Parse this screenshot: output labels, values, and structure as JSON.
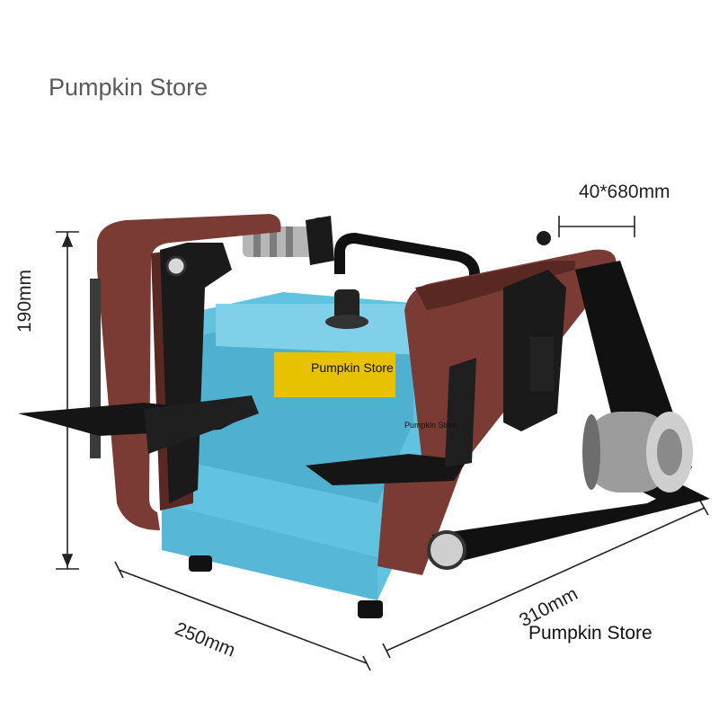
{
  "store": {
    "title": "Pumpkin Store",
    "watermark_center": "Pumpkin Store",
    "watermark_small": "Pumpkin Store",
    "watermark_bottom": "Pumpkin Store"
  },
  "dimensions": {
    "belt_size": "40*680mm",
    "height": "190mm",
    "width": "250mm",
    "depth": "310mm"
  },
  "colors": {
    "body": "#62c3e0",
    "body_shade": "#3f9fbe",
    "belt": "#7a3b34",
    "belt_dark": "#5a2823",
    "metal_dark": "#1b1b1b",
    "motor_yellow": "#e8c100"
  }
}
